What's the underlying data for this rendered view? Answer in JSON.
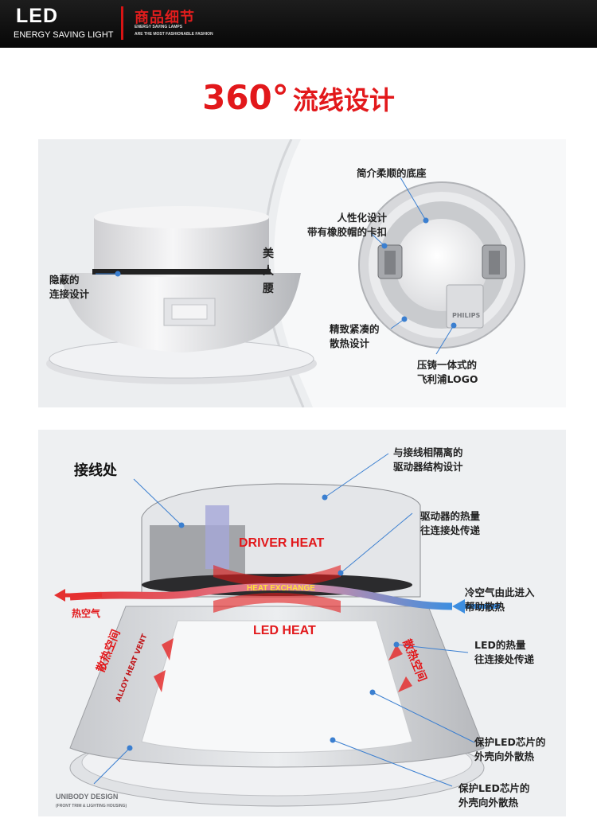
{
  "header": {
    "led": "LED",
    "energy_saving_light": "ENERGY SAVING LIGHT",
    "section_cn": "商品细节",
    "sub_line1": "ENERGY SAVING LAMPS",
    "sub_line2": "ARE THE MOST FASHIONABLE FASHION"
  },
  "title": {
    "number": "360°",
    "text": "流线设计"
  },
  "panel1": {
    "side_label": [
      "美",
      "人",
      "腰"
    ],
    "left_callout": [
      "隐蔽的",
      "连接设计"
    ],
    "callout_base": "简介柔顺的底座",
    "callout_clip": [
      "人性化设计",
      "带有橡胶帽的卡扣"
    ],
    "callout_heat": [
      "精致紧凑的",
      "散热设计"
    ],
    "callout_logo": [
      "压铸一体式的",
      "飞利浦LOGO"
    ],
    "brand": "PHILIPS"
  },
  "panel2": {
    "wiring_label": "接线处",
    "callout_driver_sep": [
      "与接线相隔离的",
      "驱动器结构设计"
    ],
    "callout_driver_heat": [
      "驱动器的热量",
      "往连接处传递"
    ],
    "callout_cold_air": [
      "冷空气由此进入",
      "帮助散热"
    ],
    "callout_led_heat": [
      "LED的热量",
      "往连接处传递"
    ],
    "callout_protect1": [
      "保护LED芯片的",
      "外壳向外散热"
    ],
    "callout_protect2": [
      "保护LED芯片的",
      "外壳向外散热"
    ],
    "driver_heat": "DRIVER HEAT",
    "heat_exchange": "HEAT EXCHANGE",
    "led_heat": "LED HEAT",
    "hot_air": "热空气",
    "vent_cn_left": "散热空间",
    "vent_en_left": "ALLOY HEAT VENT",
    "vent_cn_right": "散热空间",
    "unibody": "UNIBODY DESIGN",
    "unibody_sub": "(FRONT TRIM & LIGHTING HOUSING)"
  },
  "colors": {
    "accent_red": "#e2181b",
    "callout_blue": "#3b7fd0",
    "heat_exchange_yellow": "#ffe23a"
  }
}
